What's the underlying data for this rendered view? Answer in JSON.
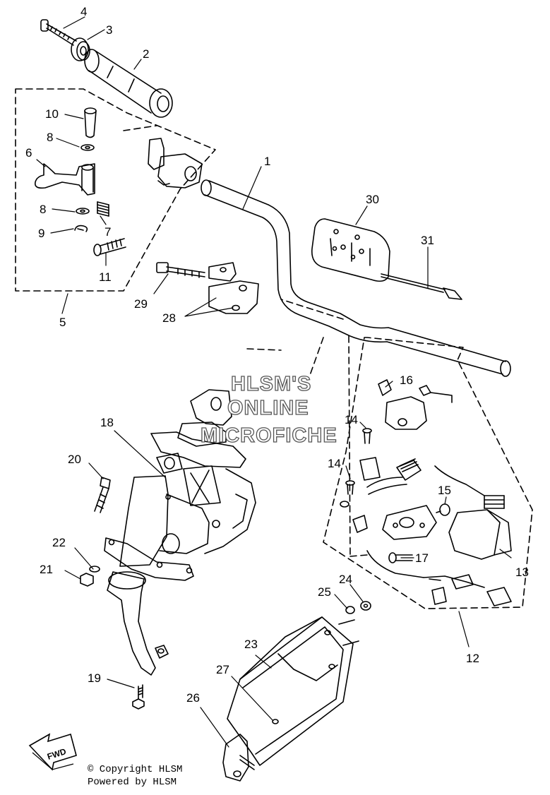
{
  "watermark": [
    "HLSM'S",
    "ONLINE",
    "MICROFICHE"
  ],
  "fwd_label": "FWD",
  "footer": {
    "copyright": "© Copyright HLSM",
    "powered": "Powered by HLSM"
  },
  "callouts": [
    "4",
    "3",
    "2",
    "10",
    "8",
    "6",
    "8",
    "9",
    "7",
    "11",
    "5",
    "1",
    "30",
    "31",
    "29",
    "28",
    "16",
    "18",
    "14",
    "14",
    "15",
    "20",
    "22",
    "21",
    "17",
    "13",
    "24",
    "25",
    "12",
    "23",
    "27",
    "19",
    "26"
  ]
}
